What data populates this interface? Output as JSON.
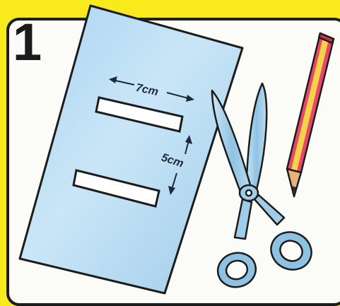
{
  "step": {
    "number": "1"
  },
  "measurements": {
    "slot_width": "7cm",
    "slot_spacing": "5cm"
  },
  "objects": {
    "paper_icon": "blue-paper-sheet",
    "scissors_icon": "scissors",
    "pencil_icon": "pencil"
  },
  "colors": {
    "background": "#f8ea1d",
    "panel": "#fbfbf7",
    "paper": "#b7dcf3",
    "scissors_blade": "#9fcde8",
    "pencil_body": "#e8476a",
    "pencil_stripe": "#f3d34a",
    "outline": "#1c1c1c"
  }
}
